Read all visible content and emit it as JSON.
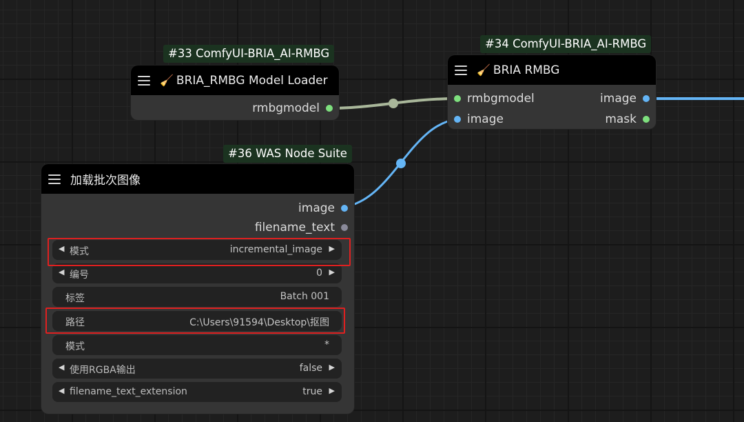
{
  "nodes": {
    "model_loader": {
      "badge": "#33 ComfyUI-BRIA_AI-RMBG",
      "title": "BRIA_RMBG Model Loader",
      "icon": "broom-icon",
      "outputs": [
        "rmbgmodel"
      ]
    },
    "rmbg": {
      "badge": "#34 ComfyUI-BRIA_AI-RMBG",
      "title": "BRIA RMBG",
      "icon": "broom-icon",
      "inputs": [
        "rmbgmodel",
        "image"
      ],
      "outputs": [
        "image",
        "mask"
      ]
    },
    "batch_loader": {
      "badge": "#36 WAS Node Suite",
      "title": "加载批次图像",
      "outputs": [
        "image",
        "filename_text"
      ],
      "widgets": [
        {
          "label": "模式",
          "value": "incremental_image"
        },
        {
          "label": "编号",
          "value": "0"
        },
        {
          "label": "标签",
          "value": "Batch 001"
        },
        {
          "label": "路径",
          "value": "C:\\Users\\91594\\Desktop\\抠图"
        },
        {
          "label": "模式",
          "value": "*"
        },
        {
          "label": "使用RGBA输出",
          "value": "false"
        },
        {
          "label": "filename_text_extension",
          "value": "true"
        }
      ]
    }
  },
  "colors": {
    "model_link": "#a9b79a",
    "image_link": "#64b5f6",
    "model_port": "#7ee07e",
    "image_port": "#64b5f6",
    "highlight": "#e02020"
  }
}
